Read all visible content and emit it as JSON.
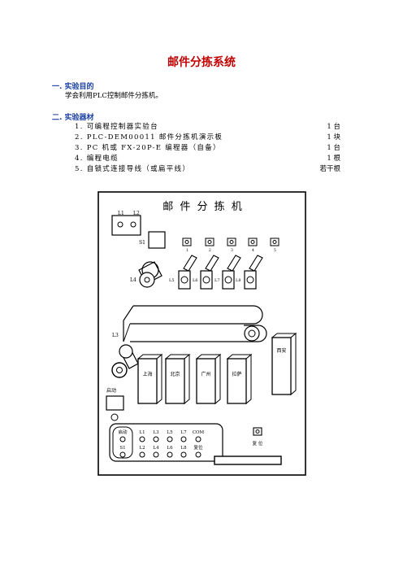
{
  "doc": {
    "title": "邮件分拣系统",
    "section1": {
      "heading": "一. 实验目的",
      "text": "学会利用PLC控制邮件分拣机。"
    },
    "section2": {
      "heading": "二. 实验器材",
      "items": [
        {
          "text": "1.  可编程控制器实验台",
          "qty": "1 台"
        },
        {
          "text": "2.  PLC-DEM00011 邮件分拣机演示板",
          "qty": "1 块"
        },
        {
          "text": "3.  PC 机或 FX-20P-E 编程器（自备）",
          "qty": "1 台"
        },
        {
          "text": "4.  编程电缆",
          "qty": "1 根"
        },
        {
          "text": "5.  自锁式连接导线（或扁平线）",
          "qty": "若干根"
        }
      ]
    }
  },
  "board": {
    "title": "邮 件 分 拣 机",
    "l1": "L1",
    "l2": "L2",
    "s1": "S1",
    "l4": "L4",
    "l3": "L3",
    "station_numbers": [
      "1",
      "2",
      "3",
      "4",
      "5"
    ],
    "lever_lights": [
      "L5",
      "L6",
      "L7",
      "L8"
    ],
    "bins": [
      "上海",
      "北京",
      "广州",
      "拉萨"
    ],
    "xian": "西安",
    "start": "启动",
    "terminal_top": [
      "启动",
      "L1",
      "L3",
      "L5",
      "L7",
      "COM"
    ],
    "terminal_bottom": [
      "S1",
      "L2",
      "L4",
      "L6",
      "L8",
      "复位"
    ],
    "reset": "复 位"
  }
}
